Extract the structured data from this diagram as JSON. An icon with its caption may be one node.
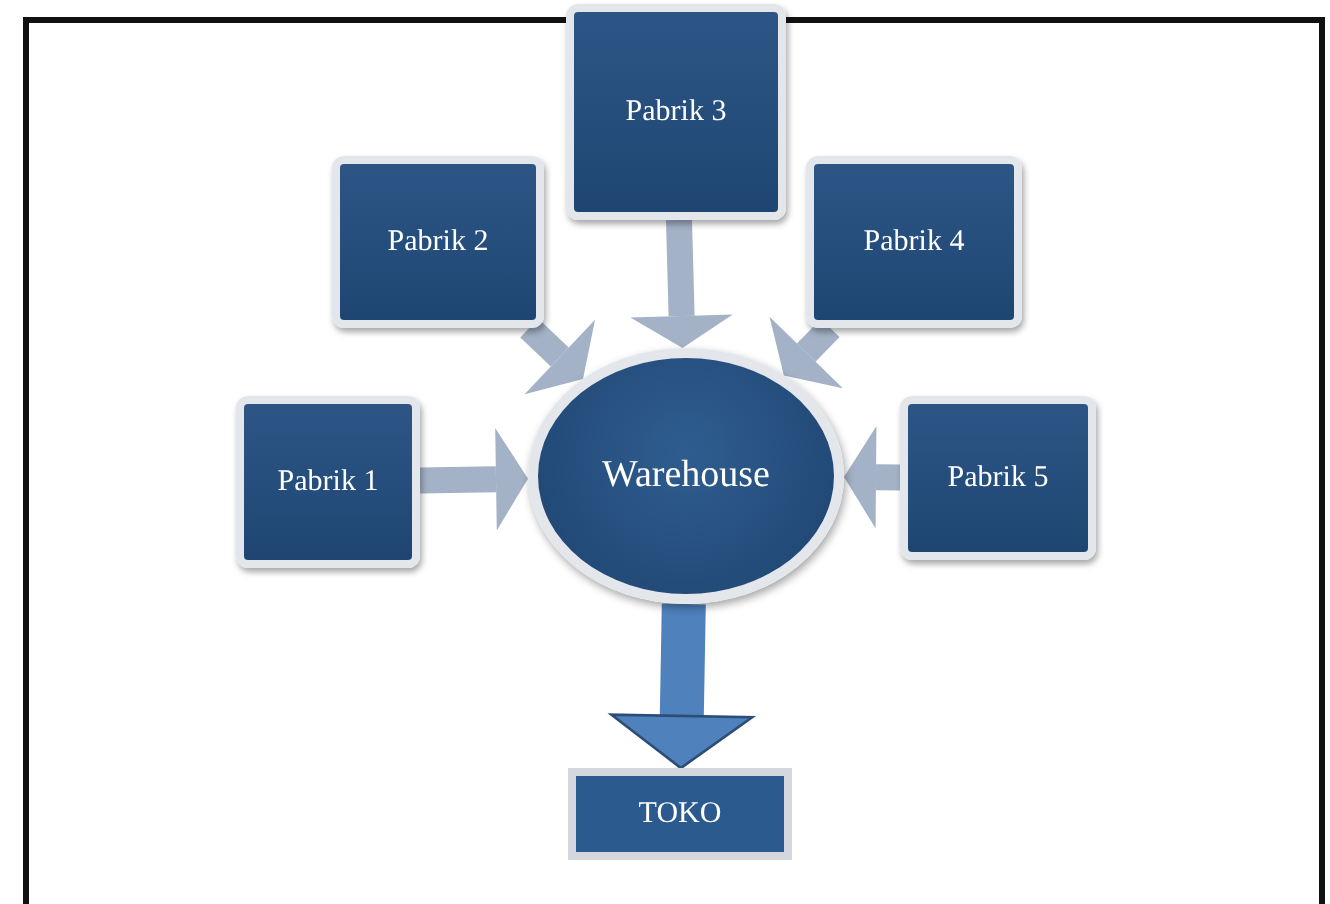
{
  "diagram": {
    "nodes": [
      {
        "text": [
          "Pabrik 1"
        ]
      },
      {
        "text": [
          "Pabrik 2"
        ]
      },
      {
        "text": [
          "Pabrik 3"
        ]
      },
      {
        "text": [
          "Pabrik 4"
        ]
      },
      {
        "text": [
          "Pabrik 5"
        ]
      },
      {
        "text": [
          "Warehouse"
        ]
      },
      {
        "text": [
          "TOKO"
        ]
      }
    ],
    "edges": [
      {
        "from": 0,
        "to": 5,
        "arrow": "to"
      },
      {
        "from": 1,
        "to": 5,
        "arrow": "to"
      },
      {
        "from": 2,
        "to": 5,
        "arrow": "to"
      },
      {
        "from": 3,
        "to": 5,
        "arrow": "to"
      },
      {
        "from": 4,
        "to": 5,
        "arrow": "to"
      },
      {
        "from": 5,
        "to": 6,
        "arrow": "to",
        "color": "#4f81bd"
      }
    ]
  }
}
